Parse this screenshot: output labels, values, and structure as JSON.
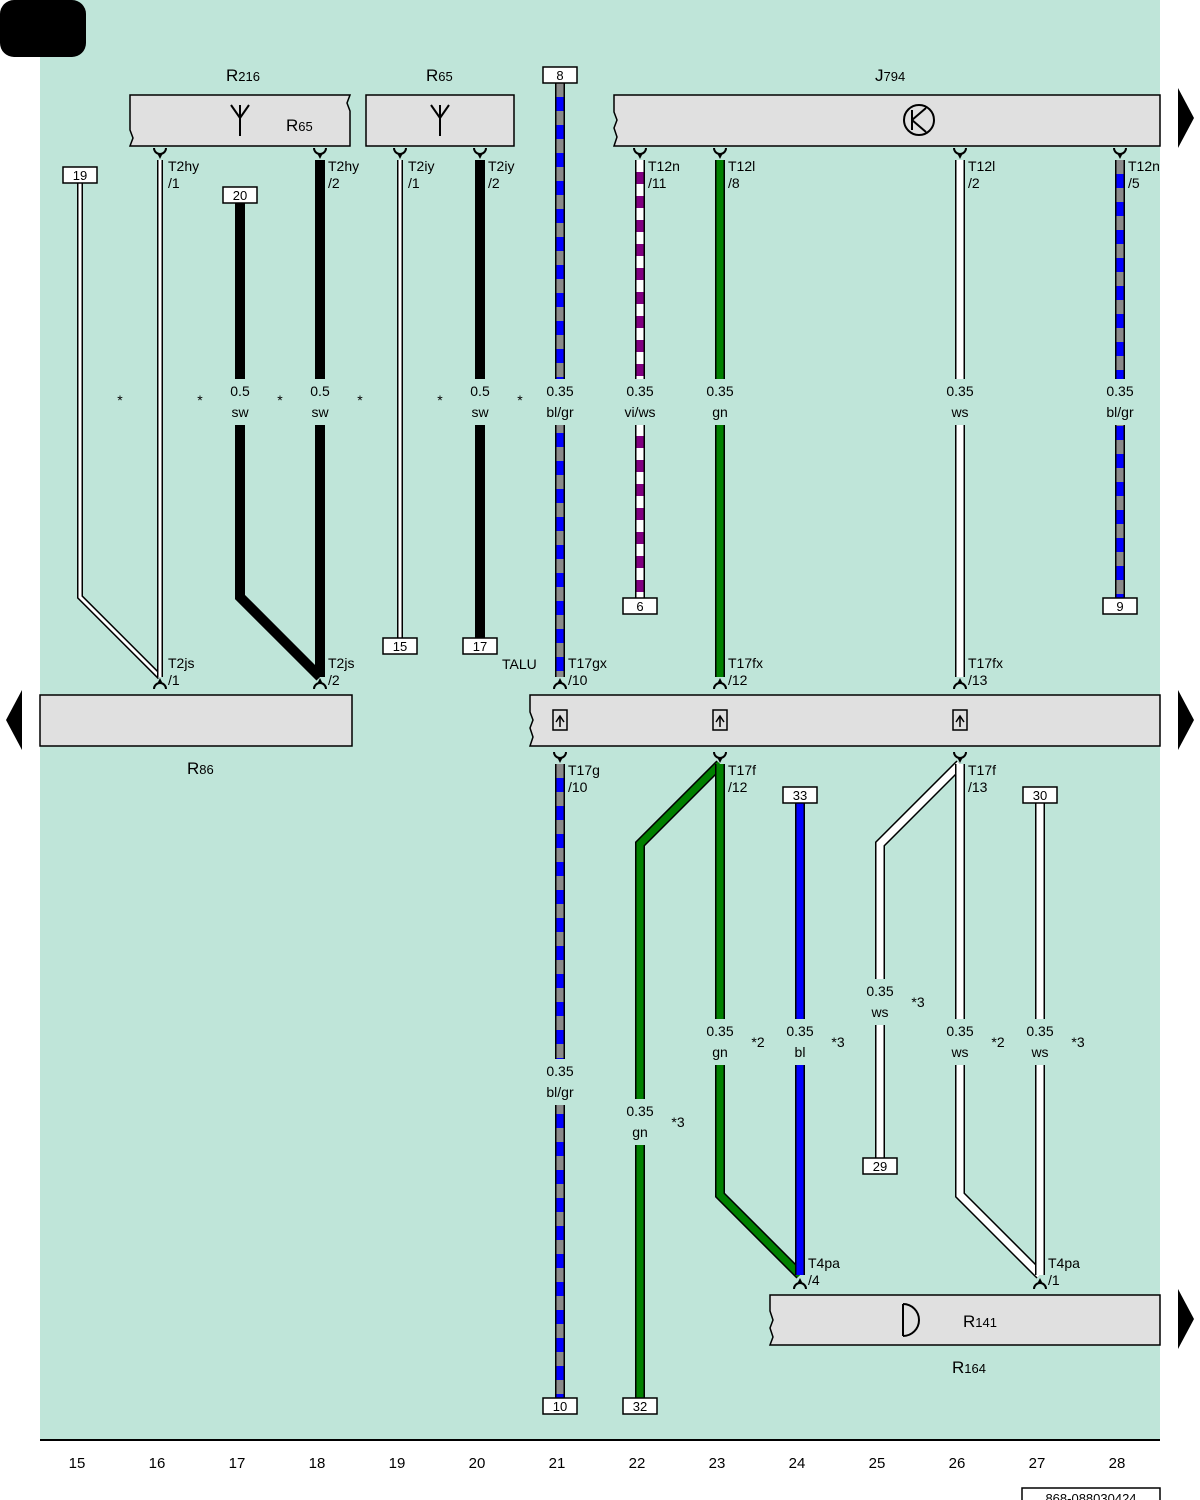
{
  "document_id": "868-088030424",
  "colors": {
    "background": "#bfe5d9",
    "component_fill": "#e0e0e0",
    "wire_white": "#ffffff",
    "wire_black": "#000000",
    "wire_blue": "#0000ff",
    "wire_grey": "#8a8a8a",
    "wire_green": "#008000",
    "wire_violet": "#800080"
  },
  "components": {
    "r216": {
      "label_main": "R",
      "label_sub": "216",
      "inner_main": "R",
      "inner_sub": "65",
      "icon": "antenna-icon"
    },
    "r65": {
      "label_main": "R",
      "label_sub": "65",
      "icon": "antenna-icon"
    },
    "j794": {
      "label_main": "J",
      "label_sub": "794",
      "icon": "transistor-icon"
    },
    "r86": {
      "label_main": "R",
      "label_sub": "86"
    },
    "talu": {
      "label": "TALU"
    },
    "r164": {
      "label_main": "R",
      "label_sub": "164",
      "inner_main": "R",
      "inner_sub": "141",
      "icon": "speaker-icon"
    }
  },
  "connectors": [
    {
      "line1": "T2hy",
      "line2": "/1"
    },
    {
      "line1": "T2hy",
      "line2": "/2"
    },
    {
      "line1": "T2iy",
      "line2": "/1"
    },
    {
      "line1": "T2iy",
      "line2": "/2"
    },
    {
      "line1": "T12n",
      "line2": "/11"
    },
    {
      "line1": "T12l",
      "line2": "/8"
    },
    {
      "line1": "T12l",
      "line2": "/2"
    },
    {
      "line1": "T12n",
      "line2": "/5"
    },
    {
      "line1": "T2js",
      "line2": "/1"
    },
    {
      "line1": "T2js",
      "line2": "/2"
    },
    {
      "line1": "T17gx",
      "line2": "/10"
    },
    {
      "line1": "T17fx",
      "line2": "/12"
    },
    {
      "line1": "T17fx",
      "line2": "/13"
    },
    {
      "line1": "T17g",
      "line2": "/10"
    },
    {
      "line1": "T17f",
      "line2": "/12"
    },
    {
      "line1": "T17f",
      "line2": "/13"
    },
    {
      "line1": "T4pa",
      "line2": "/4"
    },
    {
      "line1": "T4pa",
      "line2": "/1"
    }
  ],
  "wire_labels": [
    {
      "size": "0.5",
      "color": "sw",
      "note": ""
    },
    {
      "size": "0.5",
      "color": "sw",
      "note": ""
    },
    {
      "size": "0.5",
      "color": "sw",
      "note": ""
    },
    {
      "size": "0.35",
      "color": "bl/gr",
      "note": ""
    },
    {
      "size": "0.35",
      "color": "vi/ws",
      "note": ""
    },
    {
      "size": "0.35",
      "color": "gn",
      "note": ""
    },
    {
      "size": "0.35",
      "color": "ws",
      "note": ""
    },
    {
      "size": "0.35",
      "color": "bl/gr",
      "note": ""
    },
    {
      "size": "0.35",
      "color": "bl/gr",
      "note": ""
    },
    {
      "size": "0.35",
      "color": "gn",
      "note": "*3"
    },
    {
      "size": "0.35",
      "color": "gn",
      "note": "*2"
    },
    {
      "size": "0.35",
      "color": "bl",
      "note": "*3"
    },
    {
      "size": "0.35",
      "color": "ws",
      "note": "*3"
    },
    {
      "size": "0.35",
      "color": "ws",
      "note": "*2"
    },
    {
      "size": "0.35",
      "color": "ws",
      "note": "*3"
    }
  ],
  "asterisks": [
    "*",
    "*",
    "*",
    "*",
    "*",
    "*",
    "*"
  ],
  "ref_boxes": [
    "8",
    "19",
    "20",
    "6",
    "9",
    "15",
    "17",
    "33",
    "30",
    "29",
    "10",
    "32"
  ],
  "grid_numbers": [
    "15",
    "16",
    "17",
    "18",
    "19",
    "20",
    "21",
    "22",
    "23",
    "24",
    "25",
    "26",
    "27",
    "28"
  ]
}
